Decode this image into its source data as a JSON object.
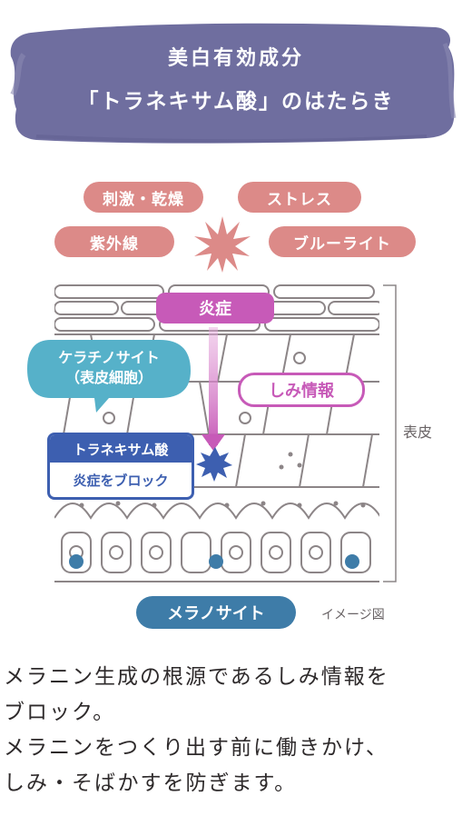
{
  "header": {
    "line1": "美白有効成分",
    "line2": "「トラネキサム酸」のはたらき"
  },
  "stressors": [
    "刺激・乾燥",
    "ストレス",
    "紫外線",
    "ブルーライト"
  ],
  "diagram": {
    "inflammation": "炎症",
    "keratinocyte_line1": "ケラチノサイト",
    "keratinocyte_line2": "（表皮細胞）",
    "melanin_info": "しみ情報",
    "tranexamic_title": "トラネキサム酸",
    "tranexamic_action": "炎症をブロック",
    "epidermis": "表皮",
    "melanocyte": "メラノサイト",
    "image_note": "イメージ図"
  },
  "caption": [
    "メラニン生成の根源であるしみ情報を",
    "ブロック。",
    "メラニンをつくり出す前に働きかけ、",
    "しみ・そばかすを防ぎます。"
  ],
  "colors": {
    "banner": "#6f6e9f",
    "stressor": "#dc8a88",
    "inflammation": "#c75ab8",
    "keratinocyte": "#56b1c9",
    "tranexamic": "#3d5fb0",
    "melanocyte": "#3e7ca8",
    "cell_line": "#8c8587"
  }
}
